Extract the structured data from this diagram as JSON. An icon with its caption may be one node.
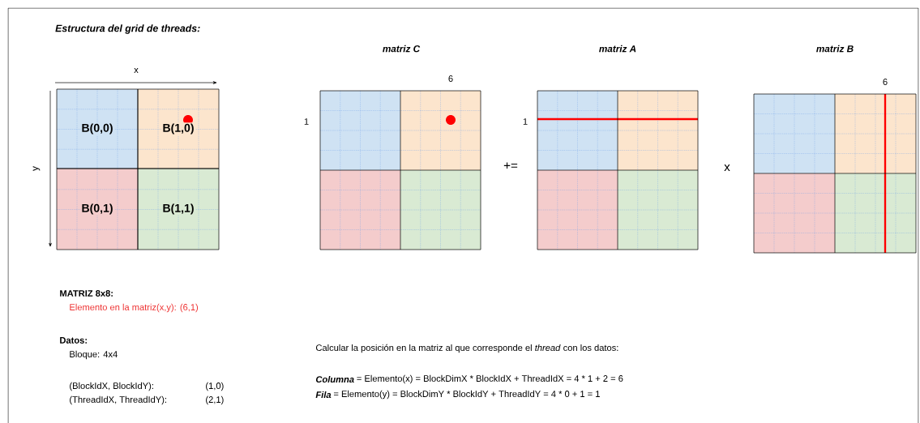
{
  "diagram": {
    "title": "Estructura del grid de threads:",
    "nodes": [
      {
        "text": [
          "B(0,0)"
        ]
      },
      {
        "text": [
          "B(1,0)"
        ]
      },
      {
        "text": [
          "B(0,1)"
        ]
      },
      {
        "text": [
          "B(1,1)"
        ]
      },
      {
        "text": [
          "matriz C"
        ]
      },
      {
        "text": [
          "matriz A"
        ]
      },
      {
        "text": [
          "matriz B"
        ]
      }
    ],
    "edges": [],
    "labels": [
      "x",
      "y",
      "6",
      "1",
      "+=",
      "1",
      "x",
      "6",
      "MATRIZ 8x8:",
      "Elemento en la matriz(x,y):  (6,1)",
      "Datos:",
      "Bloque: 4x4",
      "(BlockIdX, BlockIdY):",
      "(1,0)",
      "(ThreadIdX, ThreadIdY):",
      "(2,1)",
      "Calcular la posición en la matriz al que corresponde el *thread* con los datos:",
      "Columna",
      "= Elemento(x) = BlockDimX * BlockIdX + ThreadIdX = 4 * 1  + 2 = 6",
      "Fila",
      "= Elemento(y) = BlockDimY * BlockIdY + ThreadIdY = 4 * 0 + 1 = 1"
    ]
  }
}
